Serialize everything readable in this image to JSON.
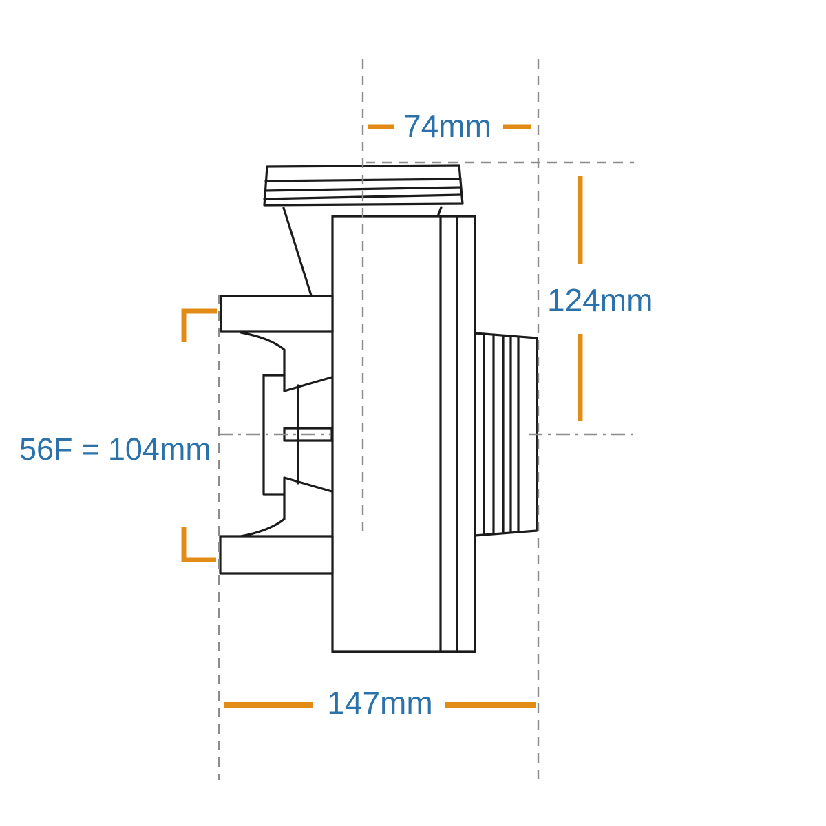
{
  "diagram": {
    "description": "Side-profile technical drawing of a spa pump wet end and motor with dimension callouts",
    "unit": "mm",
    "dimensions": {
      "top_width": {
        "label": "74mm"
      },
      "right_height": {
        "label": "124mm"
      },
      "left_frame": {
        "label": "56F = 104mm"
      },
      "bottom_width": {
        "label": "147mm"
      }
    },
    "colors": {
      "label_text": "#2b72ab",
      "dimension_marks": "#e28c17",
      "drawing_outline": "#1b1b1b",
      "guide_lines": "#8c8c8c",
      "background": "#ffffff"
    }
  }
}
